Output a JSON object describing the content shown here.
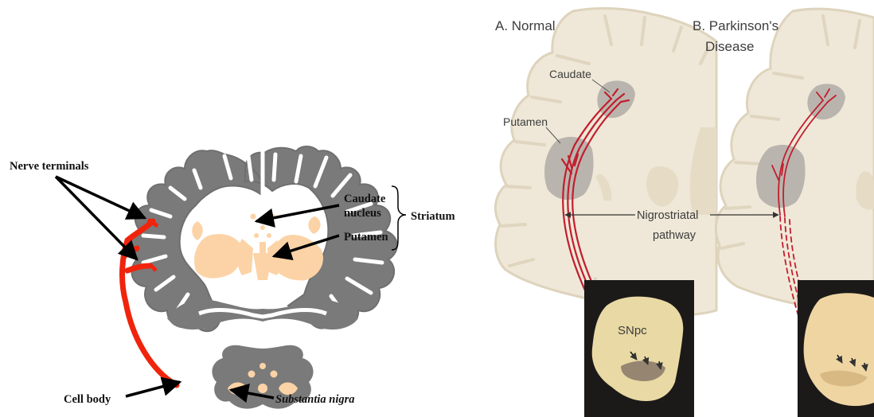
{
  "left_diagram": {
    "labels": {
      "nerve_terminals": "Nerve terminals",
      "caudate_nucleus_line1": "Caudate",
      "caudate_nucleus_line2": "nucleus",
      "putamen": "Putamen",
      "striatum": "Striatum",
      "cell_body": "Cell body",
      "substantia_nigra": "Substantia nigra"
    },
    "colors": {
      "cortex": "#7a7a7a",
      "nuclei": "#fcd3a6",
      "pathway": "#f0240c",
      "arrows": "#000000"
    }
  },
  "right_diagram": {
    "panel_a": {
      "title": "A. Normal",
      "caudate": "Caudate",
      "putamen": "Putamen",
      "snpc": "SNpc"
    },
    "panel_b": {
      "title_line1": "B. Parkinson's",
      "title_line2": "Disease"
    },
    "pathway_label_line1": "Nigrostriatal",
    "pathway_label_line2": "pathway",
    "colors": {
      "brain_tissue": "#efe8d8",
      "brain_outline": "#e0d6c1",
      "gray_matter": "#b9b5ae",
      "pathway": "#c21e2e",
      "photo_background": "#1c1a18",
      "midbrain_normal": "#e9d9a4",
      "midbrain_pd": "#eed5a2"
    }
  }
}
